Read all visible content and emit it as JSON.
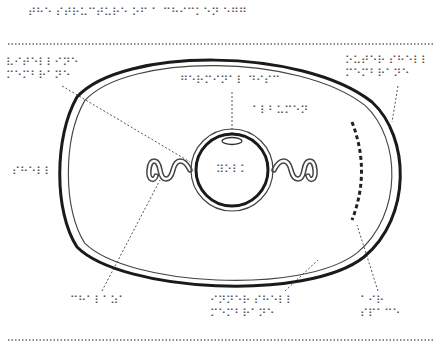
{
  "diagram": {
    "title": "⠞⠓⠑ ⠎⠞⠗⠥⠉⠞⠥⠗⠑ ⠕⠋ ⠁ ⠉⠓⠊⠉⠅⠑⠝ ⠑⠛⠛",
    "nodes": [
      {
        "text": [
          "⠁⠇⠃⠥⠍⠑⠝"
        ]
      },
      {
        "text": [
          "⠽⠕⠇⠅"
        ],
        "in": 0
      }
    ],
    "labels": [
      "⠛⠑⠗⠍⠊⠝⠁⠇ ⠙⠊⠎⠉",
      "⠧⠊⠞⠑⠇⠇⠊⠝⠑ ⠍⠑⠍⠃⠗⠁⠝⠑",
      "⠕⠥⠞⠑⠗ ⠎⠓⠑⠇⠇ ⠍⠑⠍⠃⠗⠁⠝⠑",
      "⠎⠓⠑⠇⠇",
      "⠉⠓⠁⠇⠁⠵⠁",
      "⠊⠝⠝⠑⠗ ⠎⠓⠑⠇⠇ ⠍⠑⠍⠃⠗⠁⠝⠑",
      "⠁⠊⠗ ⠎⠏⠁⠉⠑"
    ]
  }
}
